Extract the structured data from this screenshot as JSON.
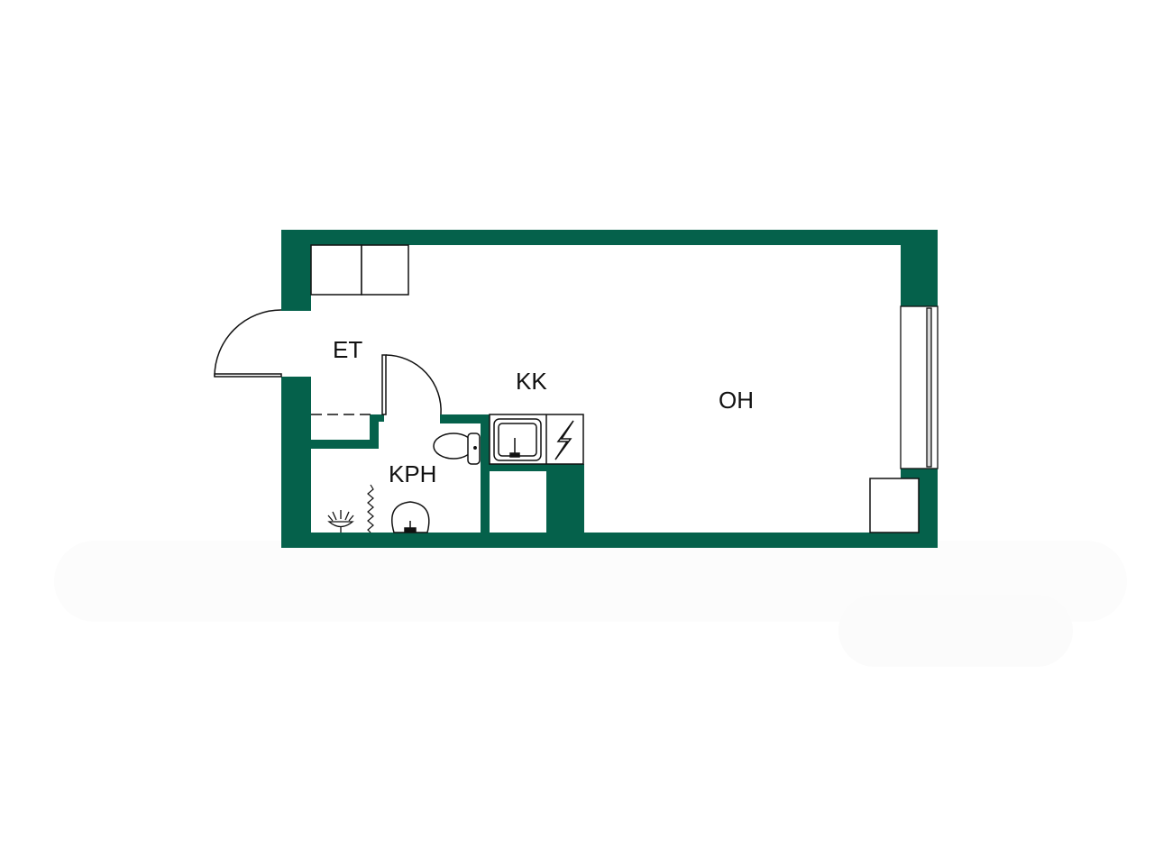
{
  "plan": {
    "wall_color": "#05614b",
    "line_color": "#111111",
    "background": "#ffffff"
  },
  "rooms": [
    {
      "id": "et",
      "label": "ET"
    },
    {
      "id": "kk",
      "label": "KK"
    },
    {
      "id": "oh",
      "label": "OH"
    },
    {
      "id": "kph",
      "label": "KPH"
    }
  ],
  "fixtures": [
    {
      "name": "wardrobe",
      "count": 2
    },
    {
      "name": "entrance-door"
    },
    {
      "name": "bathroom-door"
    },
    {
      "name": "toilet"
    },
    {
      "name": "washbasin"
    },
    {
      "name": "shower"
    },
    {
      "name": "kitchen-sink"
    },
    {
      "name": "stove"
    },
    {
      "name": "fridge"
    },
    {
      "name": "window"
    },
    {
      "name": "cabinet"
    }
  ]
}
